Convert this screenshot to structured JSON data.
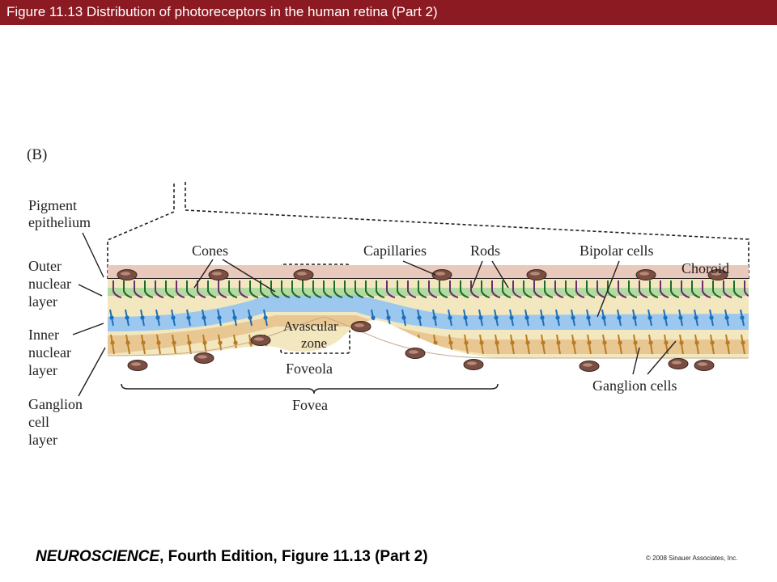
{
  "header": {
    "title": "Figure 11.13  Distribution of photoreceptors in the human retina (Part 2)",
    "background_color": "#8b1a22"
  },
  "panel": {
    "label": "(B)"
  },
  "left_labels": {
    "pigment_1": "Pigment",
    "pigment_2": "epithelium",
    "outer_1": "Outer",
    "outer_2": "nuclear",
    "outer_3": "layer",
    "inner_1": "Inner",
    "inner_2": "nuclear",
    "inner_3": "layer",
    "ganglion_1": "Ganglion",
    "ganglion_2": "cell",
    "ganglion_3": "layer"
  },
  "callouts": {
    "cones": "Cones",
    "capillaries": "Capillaries",
    "rods": "Rods",
    "bipolar_cells": "Bipolar cells",
    "choroid": "Choroid",
    "avascular_1": "Avascular",
    "avascular_2": "zone",
    "foveola": "Foveola",
    "fovea": "Fovea",
    "ganglion_cells": "Ganglion cells"
  },
  "footer": {
    "book": "NEUROSCIENCE",
    "edition": ", Fourth Edition, Figure 11.13 (Part 2)",
    "copyright": "© 2008 Sinauer Associates, Inc."
  },
  "colors": {
    "cone": "#1e6a2a",
    "rod": "#6a2d6e",
    "bipolar": "#1d6fb8",
    "ganglion": "#b87c24",
    "capillary": "#7a4e42",
    "choroid": "#e8c9bb"
  }
}
